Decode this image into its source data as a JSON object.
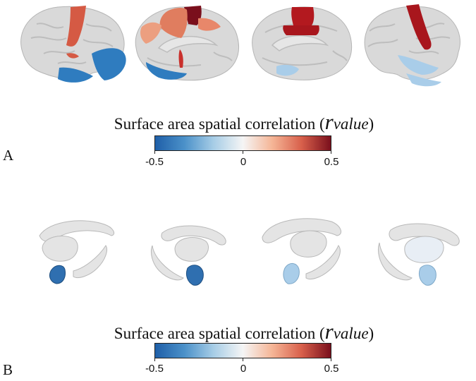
{
  "panels": [
    {
      "label": "A",
      "colorbar": {
        "title_prefix": "Surface area spatial correlation (",
        "title_r": "r",
        "title_value": "value",
        "title_suffix": ")",
        "ticks": [
          "-0.5",
          "0",
          "0.5"
        ],
        "range": [
          -0.5,
          0.5
        ],
        "colors": [
          "#1f5fa8",
          "#4b91c9",
          "#a7cde6",
          "#f5f5f5",
          "#f5b596",
          "#d8604b",
          "#7a0f1c"
        ]
      },
      "views": [
        "cortex-lateral-left",
        "cortex-medial-left",
        "cortex-medial-right",
        "cortex-lateral-right"
      ]
    },
    {
      "label": "B",
      "colorbar": {
        "title_prefix": "Surface area spatial correlation (",
        "title_r": "r",
        "title_value": "value",
        "title_suffix": ")",
        "ticks": [
          "-0.5",
          "0",
          "0.5"
        ],
        "range": [
          -0.5,
          0.5
        ],
        "colors": [
          "#1f5fa8",
          "#4b91c9",
          "#a7cde6",
          "#f5f5f5",
          "#f5b596",
          "#d8604b",
          "#7a0f1c"
        ]
      },
      "views": [
        "subcortex-left-1",
        "subcortex-left-2",
        "subcortex-right-1",
        "subcortex-right-2"
      ]
    }
  ],
  "region_colors": {
    "cortex_base": "#d9d9d9",
    "strong_red": "#a8161d",
    "mid_red": "#d55a44",
    "light_red": "#ec9f80",
    "strong_blue": "#2f7cbf",
    "mid_blue": "#4f9bd3",
    "light_blue": "#a9cde9",
    "subcortex_base": "#e4e4e4"
  }
}
